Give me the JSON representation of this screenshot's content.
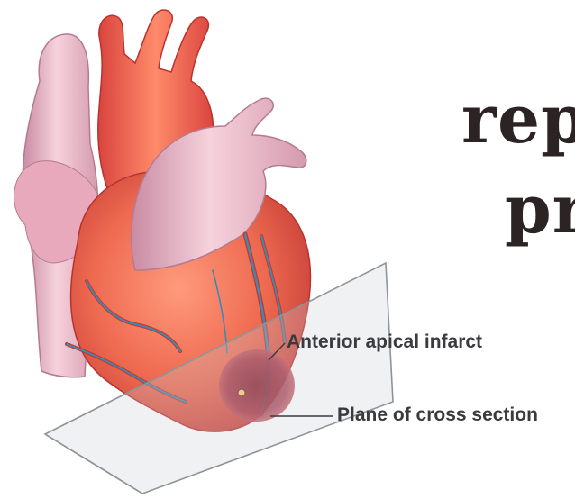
{
  "heading": {
    "line1": "repe",
    "line2": "pro"
  },
  "labels": {
    "infarct": "Anterior apical infarct",
    "plane": "Plane of cross section"
  },
  "colors": {
    "heart": "#ee6a50",
    "vessel_pink": "#efb6c4",
    "coronary_blue": "#3f88b4",
    "text": "#3a3a3f"
  }
}
